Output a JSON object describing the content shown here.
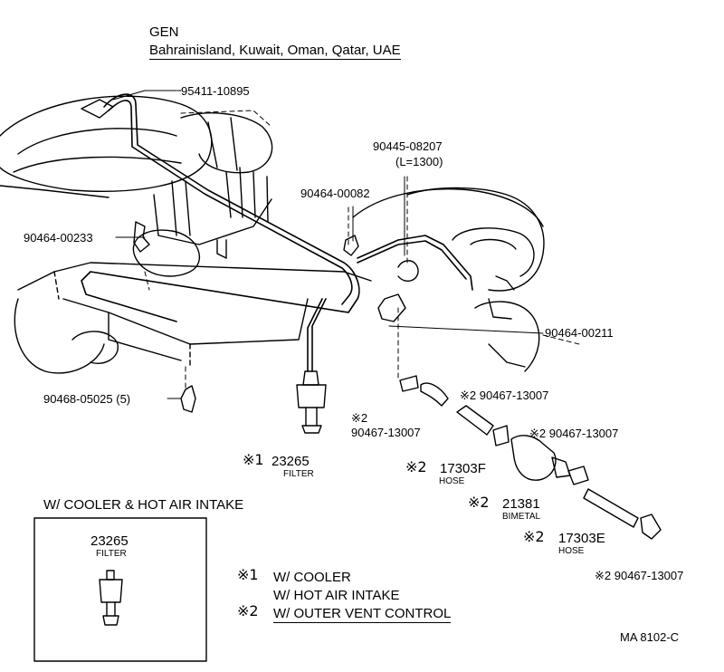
{
  "header": {
    "line1": "GEN",
    "line2": "Bahrainisland, Kuwait, Oman, Qatar, UAE"
  },
  "parts": {
    "p95411": "95411-10895",
    "p90445": "90445-08207",
    "p90445_len": "(L=1300)",
    "p90464_082": "90464-00082",
    "p90464_233": "90464-00233",
    "p90464_211": "90464-00211",
    "p90468": "90468-05025 (5)",
    "hose_clamp_a_mark": "※2",
    "hose_clamp_a": "90467-13007",
    "hose_clamp_b": "※2 90467-13007",
    "hose_clamp_c": "※2 90467-13007",
    "hose_clamp_d": "※2 90467-13007",
    "filter_mark": "※1",
    "filter_no": "23265",
    "filter_name": "FILTER",
    "hoseF_mark": "※2",
    "hoseF_no": "17303F",
    "hoseF_name": "HOSE",
    "bimetal_mark": "※2",
    "bimetal_no": "21381",
    "bimetal_name": "BIMETAL",
    "hoseE_mark": "※2",
    "hoseE_no": "17303E",
    "hoseE_name": "HOSE"
  },
  "inset": {
    "title": "W/ COOLER & HOT AIR INTAKE",
    "part_no": "23265",
    "part_name": "FILTER"
  },
  "legend": {
    "m1": "※1",
    "m1_line1": "W/ COOLER",
    "m1_line2": "W/ HOT AIR INTAKE",
    "m2": "※2",
    "m2_line": "W/ OUTER VENT CONTROL"
  },
  "figure_id": "MA 8102-C"
}
